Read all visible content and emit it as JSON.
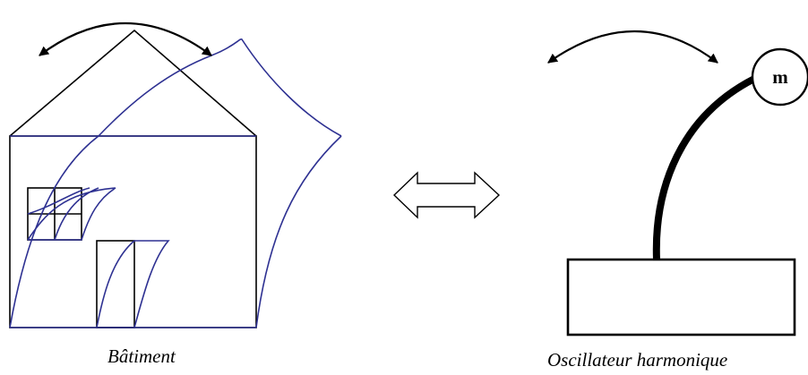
{
  "building": {
    "caption": "Bâtiment",
    "rest_color": "#000000",
    "deformed_color": "#2e3192"
  },
  "equivalence_arrow": {
    "symbol": "double-headed-arrow"
  },
  "oscillator": {
    "caption": "Oscillateur harmonique",
    "mass_label": "m"
  },
  "motion_arrows": {
    "icon": "curved-double-arrow"
  }
}
